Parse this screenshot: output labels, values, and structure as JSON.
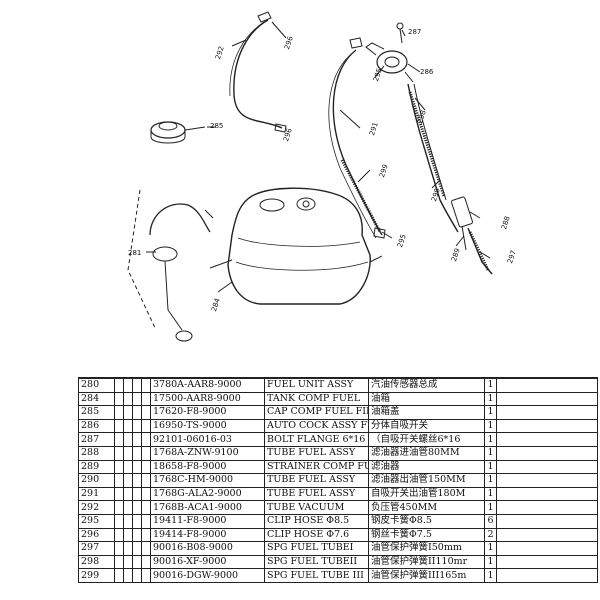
{
  "diagram": {
    "callouts": [
      {
        "id": "c296a",
        "text": "296"
      },
      {
        "id": "c292",
        "text": "292"
      },
      {
        "id": "c296b",
        "text": "296"
      },
      {
        "id": "c287",
        "text": "287"
      },
      {
        "id": "c295a",
        "text": "295"
      },
      {
        "id": "c286",
        "text": "286"
      },
      {
        "id": "c298",
        "text": "298"
      },
      {
        "id": "c285",
        "text": "285"
      },
      {
        "id": "c291",
        "text": "291"
      },
      {
        "id": "c299",
        "text": "299"
      },
      {
        "id": "c290",
        "text": "290"
      },
      {
        "id": "c295b",
        "text": "295"
      },
      {
        "id": "c288",
        "text": "288"
      },
      {
        "id": "c289",
        "text": "289"
      },
      {
        "id": "c297",
        "text": "297"
      },
      {
        "id": "c281",
        "text": "281"
      },
      {
        "id": "c284",
        "text": "284"
      }
    ]
  },
  "parts": [
    {
      "no": "280",
      "part_no": "3780A-AAR8-9000",
      "name_en": "FUEL UNIT ASSY",
      "name_cn": "汽油传感器总成",
      "qty": "1"
    },
    {
      "no": "284",
      "part_no": "17500-AAR8-9000",
      "name_en": "TANK COMP FUEL",
      "name_cn": "油箱",
      "qty": "1"
    },
    {
      "no": "285",
      "part_no": "17620-F8-9000",
      "name_en": "CAP COMP FUEL FILL",
      "name_cn": "油箱盖",
      "qty": "1"
    },
    {
      "no": "286",
      "part_no": "16950-TS-9000",
      "name_en": "AUTO COCK ASSY FU",
      "name_cn": "分体自吸开关",
      "qty": "1"
    },
    {
      "no": "287",
      "part_no": "92101-06016-03",
      "name_en": "BOLT FLANGE 6*16",
      "name_cn": "（自吸开关螺丝6*16",
      "qty": "1"
    },
    {
      "no": "288",
      "part_no": "1768A-ZNW-9100",
      "name_en": "TUBE FUEL ASSY",
      "name_cn": "滤油器进油管80MM",
      "qty": "1"
    },
    {
      "no": "289",
      "part_no": "18658-F8-9000",
      "name_en": "STRAINER COMP FUE",
      "name_cn": "滤油器",
      "qty": "1"
    },
    {
      "no": "290",
      "part_no": "1768C-HM-9000",
      "name_en": "TUBE FUEL ASSY",
      "name_cn": "滤油器出油管150MM",
      "qty": "1"
    },
    {
      "no": "291",
      "part_no": "1768G-ALA2-9000",
      "name_en": "TUBE FUEL ASSY",
      "name_cn": "自吸开关出油管180M",
      "qty": "1"
    },
    {
      "no": "292",
      "part_no": "1768B-ACA1-9000",
      "name_en": "TUBE VACUUM",
      "name_cn": "负压管450MM",
      "qty": "1"
    },
    {
      "no": "295",
      "part_no": "19411-F8-9000",
      "name_en": "CLIP HOSE Φ8.5",
      "name_cn": "钢皮卡簧Φ8.5",
      "qty": "6"
    },
    {
      "no": "296",
      "part_no": "19414-F8-9000",
      "name_en": "CLIP HOSE Φ7.6",
      "name_cn": "钢丝卡簧Φ7.5",
      "qty": "2"
    },
    {
      "no": "297",
      "part_no": "90016-B08-9000",
      "name_en": "SPG FUEL TUBEI",
      "name_cn": "油管保护弹簧I50mm",
      "qty": "1"
    },
    {
      "no": "298",
      "part_no": "90016-XF-9000",
      "name_en": "SPG FUEL TUBEII",
      "name_cn": "油管保护弹簧II110mr",
      "qty": "1"
    },
    {
      "no": "299",
      "part_no": "90016-DGW-9000",
      "name_en": "SPG FUEL TUBE III",
      "name_cn": "油管保护弹簧III165m",
      "qty": "1"
    }
  ]
}
